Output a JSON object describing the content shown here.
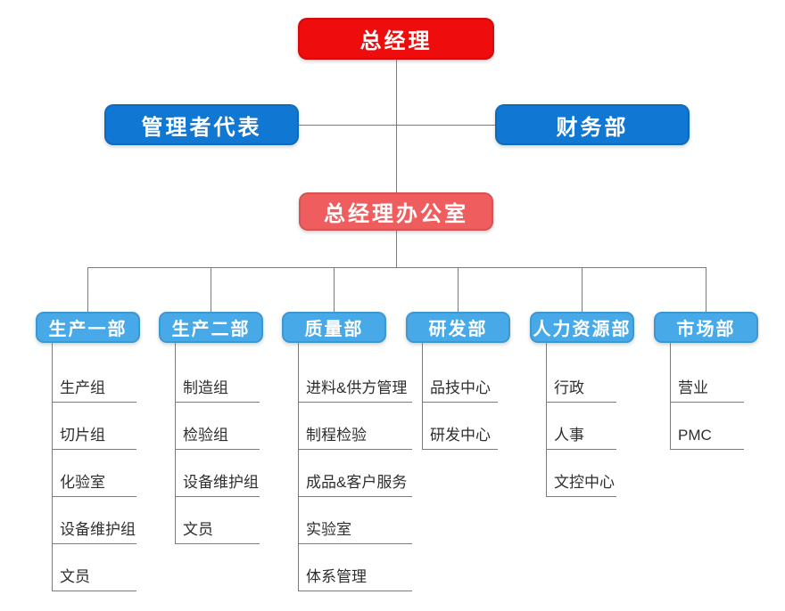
{
  "org": {
    "root": {
      "label": "总经理"
    },
    "level2": [
      {
        "label": "管理者代表"
      },
      {
        "label": "财务部"
      }
    ],
    "office": {
      "label": "总经理办公室"
    },
    "departments": [
      {
        "label": "生产一部",
        "children": [
          "生产组",
          "切片组",
          "化验室",
          "设备维护组",
          "文员"
        ]
      },
      {
        "label": "生产二部",
        "children": [
          "制造组",
          "检验组",
          "设备维护组",
          "文员"
        ]
      },
      {
        "label": "质量部",
        "children": [
          "进料&供方管理",
          "制程检验",
          "成品&客户服务",
          "实验室",
          "体系管理"
        ]
      },
      {
        "label": "研发部",
        "children": [
          "品技中心",
          "研发中心"
        ]
      },
      {
        "label": "人力资源部",
        "children": [
          "行政",
          "人事",
          "文控中心"
        ]
      },
      {
        "label": "市场部",
        "children": [
          "营业",
          "PMC"
        ]
      }
    ],
    "colors": {
      "root_bg": "#ee0c0d",
      "level2_bg": "#1077d2",
      "office_bg": "#ef5d5f",
      "department_bg": "#47a9e8",
      "line": "#7b7b7b",
      "leaf_text": "#2e2e2e"
    }
  }
}
